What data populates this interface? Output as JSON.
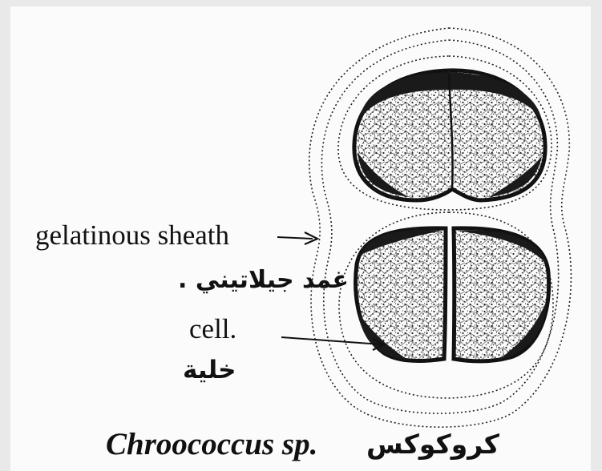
{
  "labels": {
    "sheath_en": "gelatinous sheath",
    "sheath_ar": "غمد جيلاتيني .",
    "cell_en": "cell.",
    "cell_ar": "خلية"
  },
  "caption": {
    "species": "Chroococcus sp.",
    "species_ar": "كروكوكس"
  },
  "colors": {
    "ink": "#111111",
    "paper": "#fbfbfb",
    "background": "#e9e9e9"
  }
}
